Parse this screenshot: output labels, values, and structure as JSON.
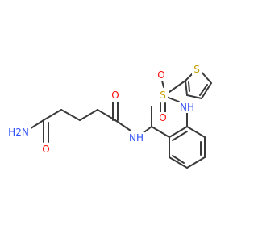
{
  "molecule": {
    "colors": {
      "bond": "#3a3a3a",
      "N": "#3050f8",
      "O": "#ff0d0d",
      "S": "#c8a000",
      "background": "#ffffff"
    },
    "labels": {
      "amide_nh2": "H2N",
      "amide_o_left": "O",
      "amide_o_right": "O",
      "amide_nh": "NH",
      "sulfonamide_nh": "NH",
      "sulfonyl_s": "S",
      "sulfonyl_o1": "O",
      "sulfonyl_o2": "O",
      "thiophene_s": "S"
    }
  }
}
